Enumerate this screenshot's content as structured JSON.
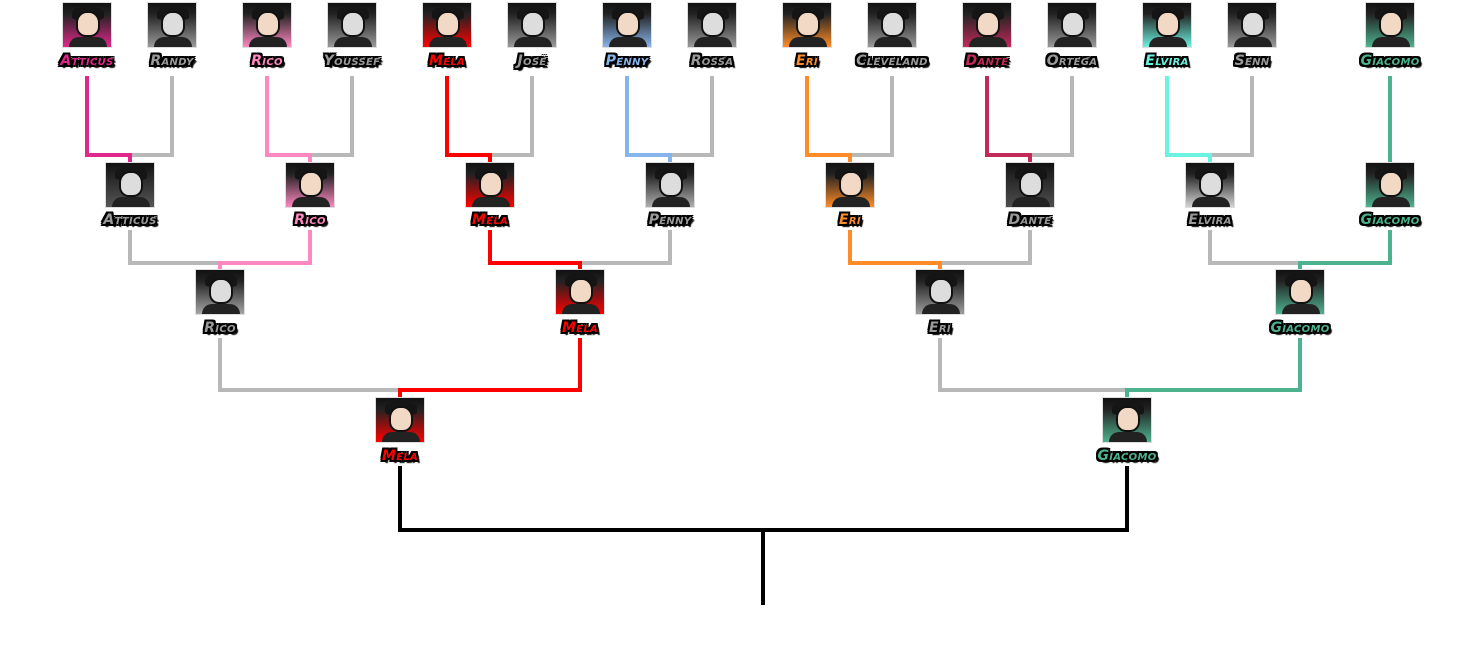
{
  "colors": {
    "loser_line": "#b8b8b8",
    "loser_name": "#9a9a9a",
    "final_line": "#000000",
    "Atticus": "#e0288a",
    "Rico": "#ff88c0",
    "Mela": "#ff0000",
    "Penny": "#88b4ec",
    "Eri": "#ff8c28",
    "Dante": "#c22a5a",
    "Elvira": "#6cf2e0",
    "Giacomo": "#4db38f",
    "Randy": "#9a9a9a",
    "Youssef": "#9a9a9a",
    "José": "#9a9a9a",
    "Rossa": "#9a9a9a",
    "Cleveland": "#9a9a9a",
    "Ortega": "#9a9a9a",
    "Senn": "#9a9a9a"
  },
  "rounds": [
    [
      {
        "name": "Atticus",
        "won": true
      },
      {
        "name": "Randy",
        "won": false
      },
      {
        "name": "Rico",
        "won": true
      },
      {
        "name": "Youssef",
        "won": false
      },
      {
        "name": "Mela",
        "won": true
      },
      {
        "name": "José",
        "won": false
      },
      {
        "name": "Penny",
        "won": true
      },
      {
        "name": "Rossa",
        "won": false
      },
      {
        "name": "Eri",
        "won": true
      },
      {
        "name": "Cleveland",
        "won": false
      },
      {
        "name": "Dante",
        "won": true
      },
      {
        "name": "Ortega",
        "won": false
      },
      {
        "name": "Elvira",
        "won": true
      },
      {
        "name": "Senn",
        "won": false
      },
      {
        "name": "Giacomo",
        "won": true,
        "bye": true
      }
    ],
    [
      {
        "name": "Atticus",
        "won": false
      },
      {
        "name": "Rico",
        "won": true
      },
      {
        "name": "Mela",
        "won": true
      },
      {
        "name": "Penny",
        "won": false
      },
      {
        "name": "Eri",
        "won": true
      },
      {
        "name": "Dante",
        "won": false
      },
      {
        "name": "Elvira",
        "won": false
      },
      {
        "name": "Giacomo",
        "won": true
      }
    ],
    [
      {
        "name": "Rico",
        "won": false
      },
      {
        "name": "Mela",
        "won": true
      },
      {
        "name": "Eri",
        "won": false
      },
      {
        "name": "Giacomo",
        "won": true
      }
    ],
    [
      {
        "name": "Mela",
        "won": null
      },
      {
        "name": "Giacomo",
        "won": null
      }
    ]
  ]
}
